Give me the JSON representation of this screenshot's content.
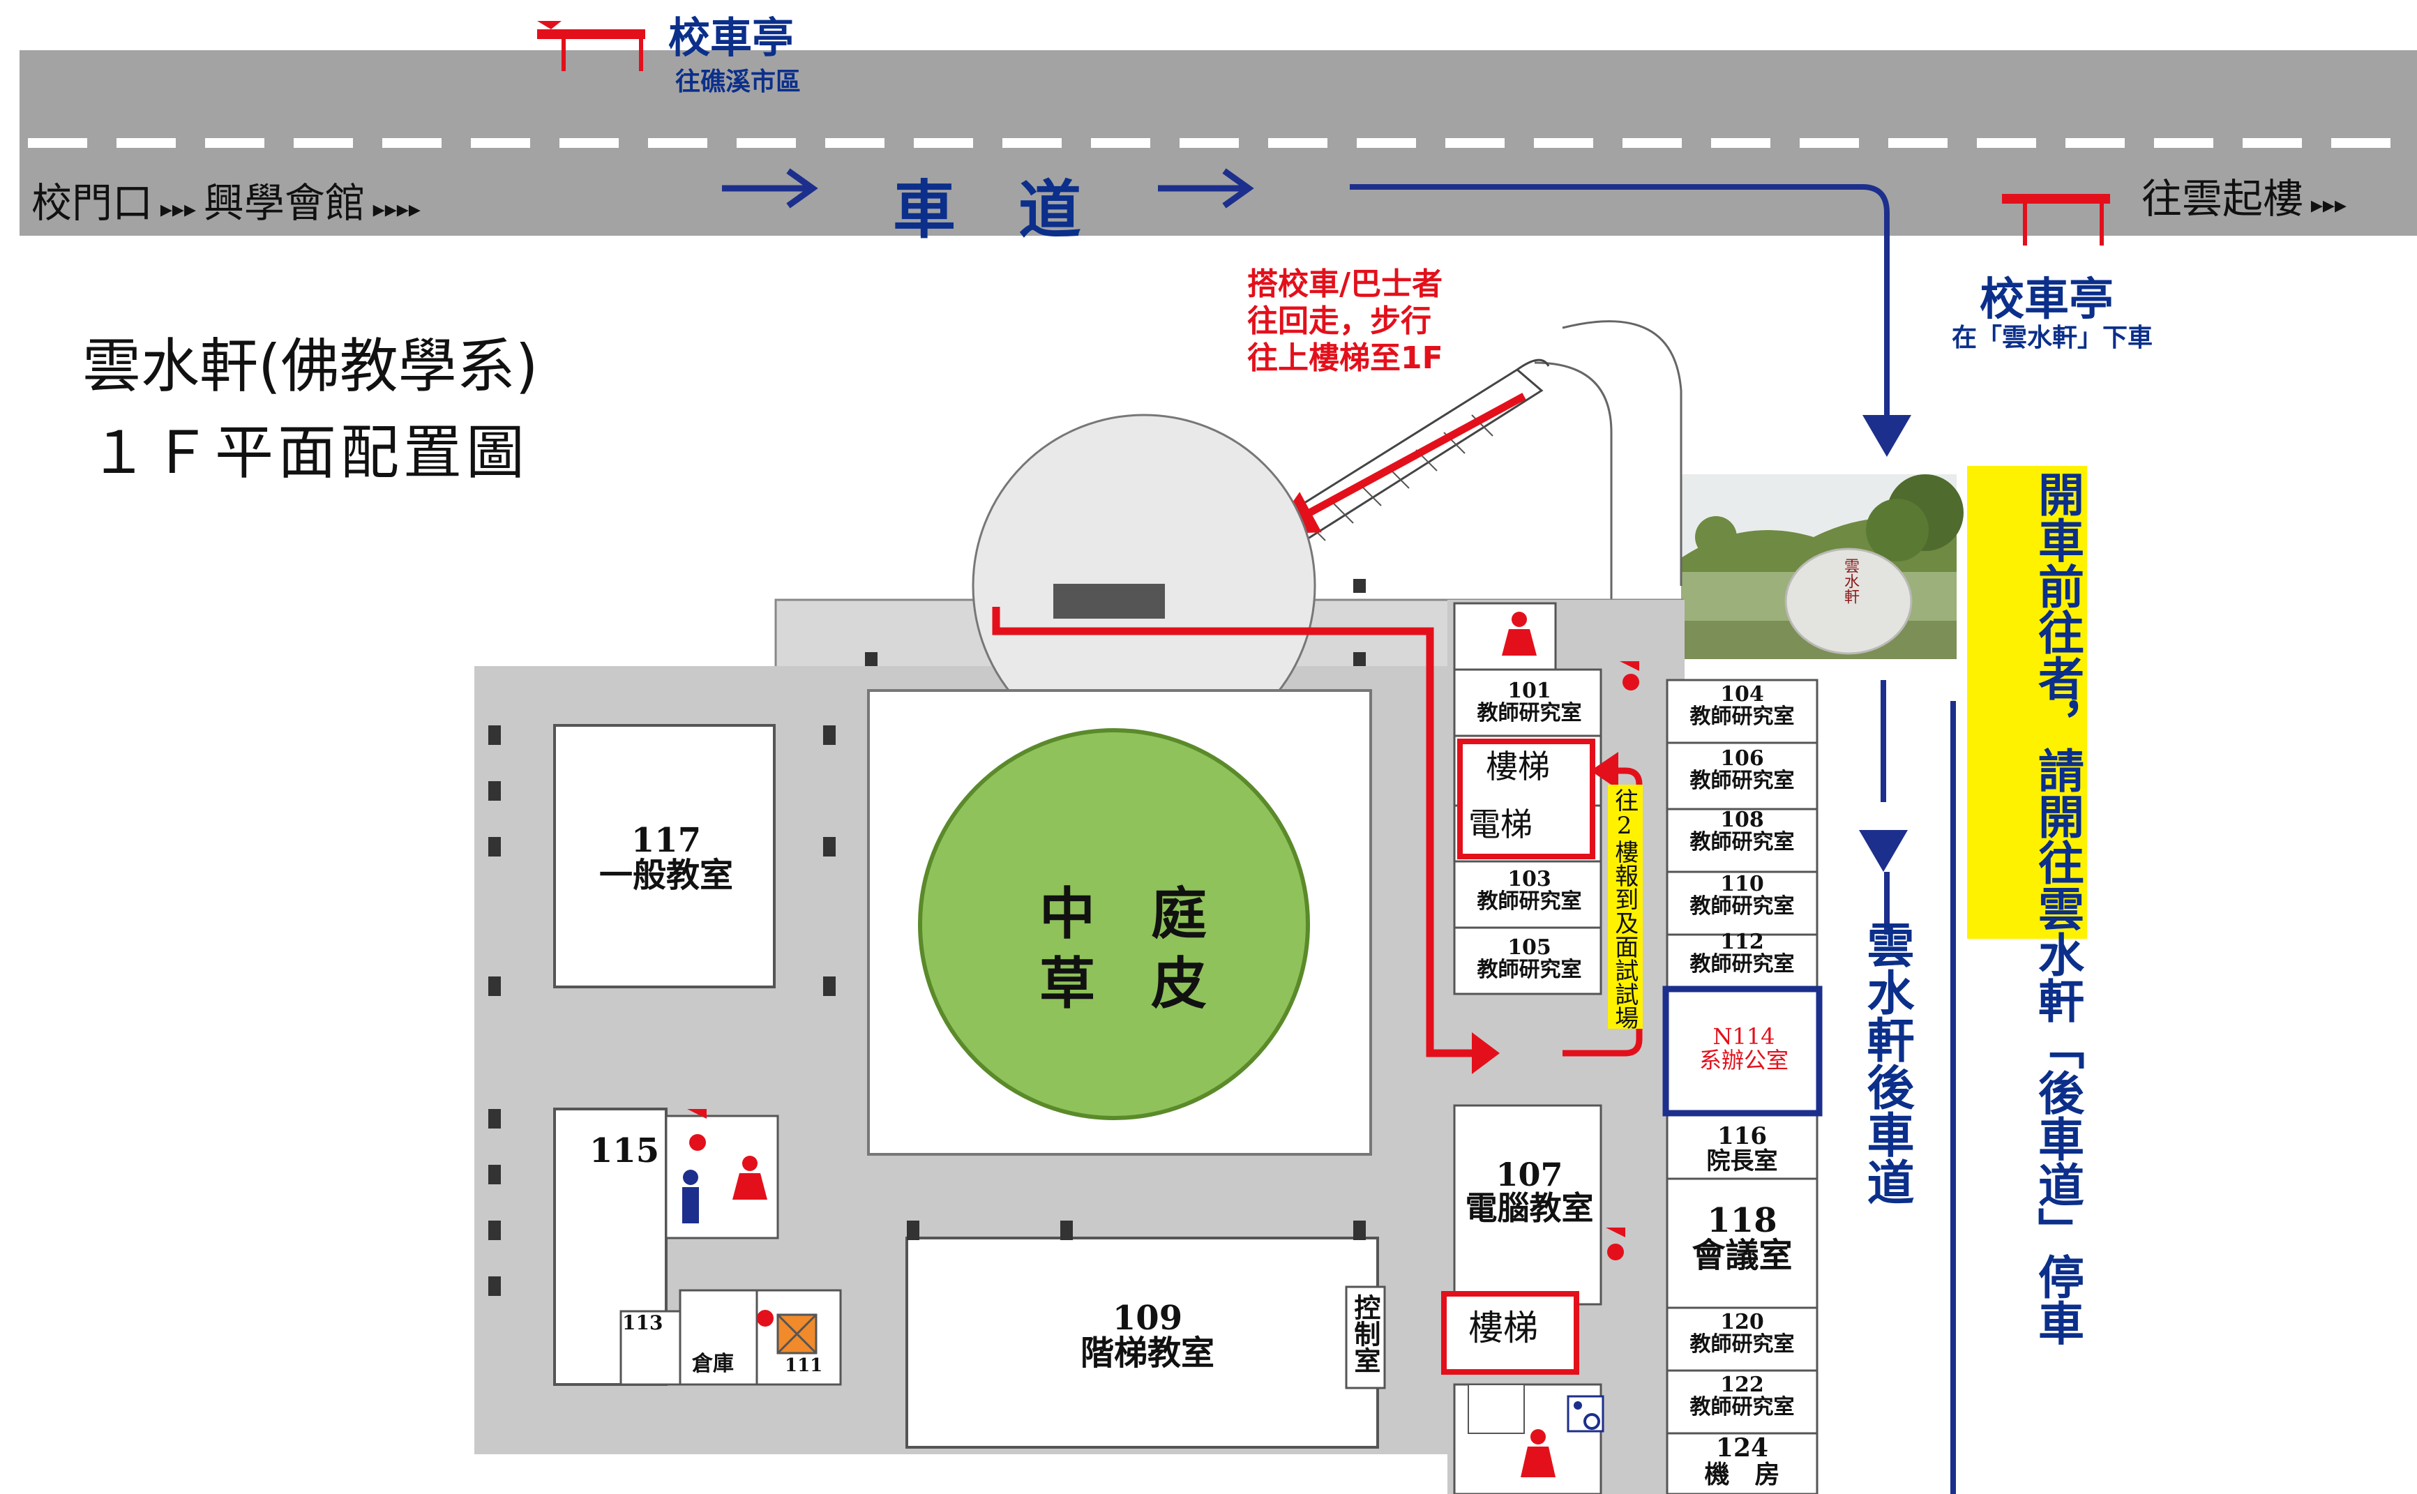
{
  "road": {
    "gate_text": "校門口",
    "hall_text": "興學會館",
    "lane_label": "車　道",
    "right_text": "往雲起樓"
  },
  "bus_stop_top": {
    "title": "校車亭",
    "subtitle": "往礁溪市區"
  },
  "bus_stop_right": {
    "title": "校車亭",
    "subtitle": "在「雲水軒」下車"
  },
  "map_title": {
    "line1": "雲水軒(佛教學系)",
    "line2": "１Ｆ平面配置圖"
  },
  "walk_note": [
    "搭校車/巴士者",
    "往回走，步行",
    "往上樓梯至1F"
  ],
  "drive_note": "開車前往者，請開往雲水軒「後車道」停車",
  "rear_road": "雲水軒後車道",
  "stone_text": "雲水軒",
  "courtyard": {
    "line1": "中　庭",
    "line2": "草　皮"
  },
  "exam_note": "往2樓報到及面試試場",
  "rooms": {
    "r117": {
      "num": "117",
      "name": "一般教室"
    },
    "r115": {
      "num": "115"
    },
    "r113": {
      "num": "113"
    },
    "r111": {
      "num": "111"
    },
    "storage": "倉庫",
    "r109": {
      "num": "109",
      "name": "階梯教室"
    },
    "control": "控制室",
    "r101": {
      "num": "101",
      "name": "教師研究室"
    },
    "r103": {
      "num": "103",
      "name": "教師研究室"
    },
    "r105": {
      "num": "105",
      "name": "教師研究室"
    },
    "stairs1": "樓梯",
    "elevator": "電梯",
    "r107": {
      "num": "107",
      "name": "電腦教室"
    },
    "stairs2": "樓梯",
    "r104": {
      "num": "104",
      "name": "教師研究室"
    },
    "r106": {
      "num": "106",
      "name": "教師研究室"
    },
    "r108": {
      "num": "108",
      "name": "教師研究室"
    },
    "r110": {
      "num": "110",
      "name": "教師研究室"
    },
    "r112": {
      "num": "112",
      "name": "教師研究室"
    },
    "n114": {
      "num": "N114",
      "name": "系辦公室"
    },
    "r116": {
      "num": "116",
      "name": "院長室"
    },
    "r118": {
      "num": "118",
      "name": "會議室"
    },
    "r120": {
      "num": "120",
      "name": "教師研究室"
    },
    "r122": {
      "num": "122",
      "name": "教師研究室"
    },
    "r124": {
      "num": "124",
      "name": "機　房"
    }
  },
  "colors": {
    "road": "#a3a3a3",
    "corridor": "#c9c9c9",
    "lawn": "#8fc25a",
    "route_red": "#e3101b",
    "route_blue": "#1d2f8c",
    "highlight": "#fff200"
  },
  "icons": [
    "bus-stop-icon",
    "arrow-icon",
    "restroom-female-icon",
    "restroom-male-icon",
    "fire-extinguisher-icon",
    "accessible-icon",
    "elevator-icon"
  ]
}
